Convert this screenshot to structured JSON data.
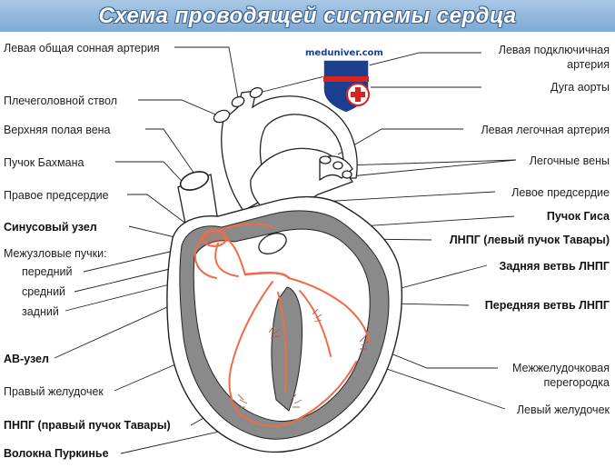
{
  "title": "Схема проводящей системы сердца",
  "watermark": "meduniver.com",
  "colors": {
    "title_bg": "#8fb4da",
    "conduction": "#f06b48",
    "wall": "#8a8a8a",
    "logo_blue": "#1b3f8f",
    "logo_red": "#d9231e"
  },
  "labels_left": [
    {
      "id": "left-common-carotid",
      "text": "Левая общая сонная артерия",
      "bold": false
    },
    {
      "id": "brachiocephalic-trunk",
      "text": "Плечеголовной ствол",
      "bold": false
    },
    {
      "id": "superior-vena-cava",
      "text": "Верхняя полая вена",
      "bold": false
    },
    {
      "id": "bachmann-bundle",
      "text": "Пучок Бахмана",
      "bold": false
    },
    {
      "id": "right-atrium",
      "text": "Правое предсердие",
      "bold": false
    },
    {
      "id": "sinus-node",
      "text": "Синусовый узел",
      "bold": true
    },
    {
      "id": "internodal-tracts",
      "text": "Межузловые пучки:",
      "bold": false
    },
    {
      "id": "internodal-anterior",
      "text": "передний",
      "bold": false
    },
    {
      "id": "internodal-middle",
      "text": "средний",
      "bold": false
    },
    {
      "id": "internodal-posterior",
      "text": "задний",
      "bold": false
    },
    {
      "id": "av-node",
      "text": "АВ-узел",
      "bold": true
    },
    {
      "id": "right-ventricle",
      "text": "Правый желудочек",
      "bold": false
    },
    {
      "id": "right-bundle-branch",
      "text": "ПНПГ (правый пучок Тавары)",
      "bold": true
    },
    {
      "id": "purkinje-fibers",
      "text": "Волокна Пуркинье",
      "bold": true
    }
  ],
  "labels_right": [
    {
      "id": "left-subclavian-1",
      "text": "Левая подключичная",
      "bold": false
    },
    {
      "id": "left-subclavian-2",
      "text": "артерия",
      "bold": false
    },
    {
      "id": "aortic-arch",
      "text": "Дуга аорты",
      "bold": false
    },
    {
      "id": "left-pulmonary-artery",
      "text": "Левая легочная артерия",
      "bold": false
    },
    {
      "id": "pulmonary-veins",
      "text": "Легочные вены",
      "bold": false
    },
    {
      "id": "left-atrium",
      "text": "Левое предсердие",
      "bold": false
    },
    {
      "id": "his-bundle",
      "text": "Пучок Гиса",
      "bold": true
    },
    {
      "id": "left-bundle-branch",
      "text": "ЛНПГ (левый пучок Тавары)",
      "bold": true
    },
    {
      "id": "posterior-fascicle",
      "text": "Задняя ветвь ЛНПГ",
      "bold": true
    },
    {
      "id": "anterior-fascicle",
      "text": "Передняя ветвь ЛНПГ",
      "bold": true
    },
    {
      "id": "septum-1",
      "text": "Межжелудочковая",
      "bold": false
    },
    {
      "id": "septum-2",
      "text": "перегородка",
      "bold": false
    },
    {
      "id": "left-ventricle",
      "text": "Левый желудочек",
      "bold": false
    }
  ]
}
